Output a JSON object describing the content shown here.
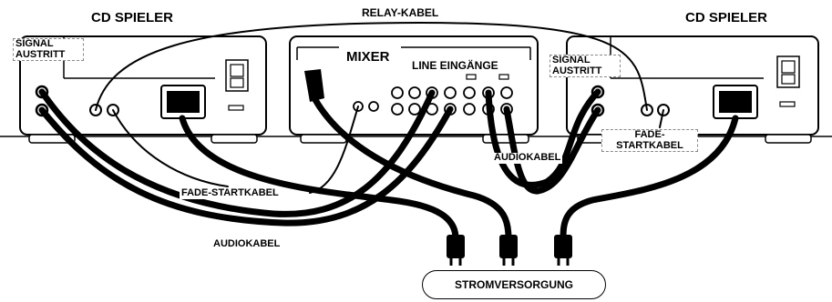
{
  "labels": {
    "cd_player_left": "CD SPIELER",
    "cd_player_right": "CD SPIELER",
    "relay_cable": "RELAY-KABEL",
    "mixer": "MIXER",
    "line_inputs": "LINE EINGÄNGE",
    "signal_out_left": "SIGNAL\nAUSTRITT",
    "signal_out_right": "SIGNAL\nAUSTRITT",
    "fade_start_cable_right": "FADE-\nSTARTKABEL",
    "fade_start_cable_left": "FADE-STARTKABEL",
    "audio_cable_right": "AUDIOKABEL",
    "audio_cable_left": "AUDIOKABEL",
    "power_supply": "STROMVERSORGUNG"
  }
}
